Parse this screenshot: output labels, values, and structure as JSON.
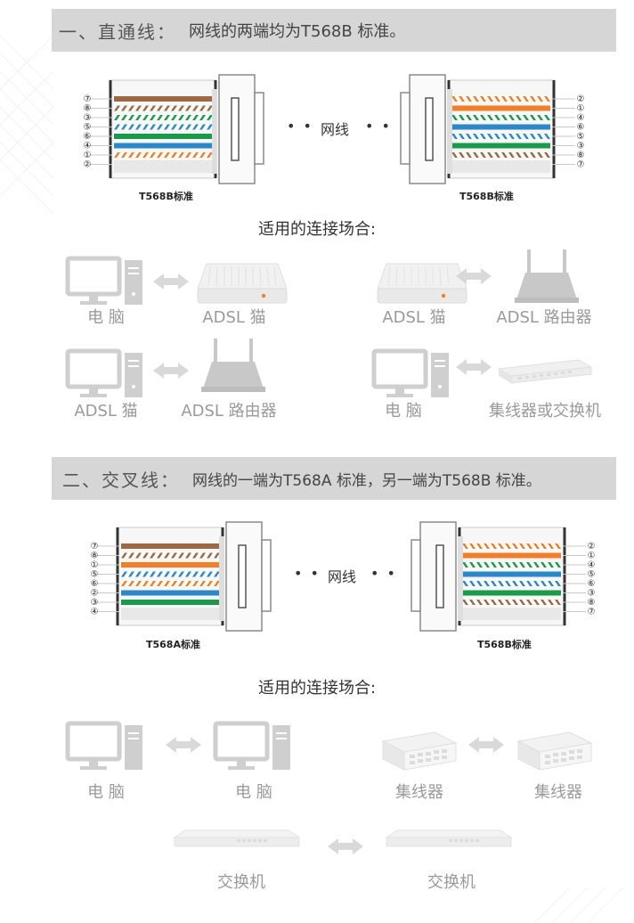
{
  "section1": {
    "title": "一、直通线：",
    "desc": "网线的两端均为T568B 标准。",
    "left_label": "T568B标准",
    "right_label": "T568B标准",
    "cable": "网线",
    "left_pins": [
      "⑦",
      "⑧",
      "③",
      "⑤",
      "⑥",
      "④",
      "①",
      "②"
    ],
    "right_pins": [
      "②",
      "①",
      "④",
      "⑥",
      "⑤",
      "③",
      "⑧",
      "⑦"
    ],
    "subheading": "适用的连接场合:",
    "pairs": [
      {
        "left": "电  脑",
        "right": "ADSL 猫"
      },
      {
        "left": "ADSL 猫",
        "right": "ADSL 路由器"
      },
      {
        "left": "ADSL 猫",
        "right": "ADSL 路由器"
      },
      {
        "left": "电  脑",
        "right": "集线器或交换机"
      }
    ]
  },
  "section2": {
    "title": "二、交叉线：",
    "desc": "网线的一端为T568A 标准，另一端为T568B 标准。",
    "left_label": "T568A标准",
    "right_label": "T568B标准",
    "cable": "网线",
    "left_pins": [
      "⑦",
      "⑧",
      "①",
      "⑤",
      "⑥",
      "②",
      "③",
      "④"
    ],
    "right_pins": [
      "②",
      "①",
      "④",
      "⑤",
      "⑥",
      "③",
      "⑧",
      "⑦"
    ],
    "subheading": "适用的连接场合:",
    "pairs": [
      {
        "left": "电  脑",
        "right": "电  脑"
      },
      {
        "left": "集线器",
        "right": "集线器"
      },
      {
        "left": "交换机",
        "right": "交换机"
      }
    ]
  },
  "colors": {
    "orange": "#f07f2a",
    "green": "#1a9a4a",
    "blue": "#2b87c8",
    "brown": "#9b6a45",
    "white": "#ffffff",
    "device": "#cfcfcf",
    "banner": "#d6d6d6"
  },
  "icons": [
    "computer-icon",
    "adsl-modem-icon",
    "router-icon",
    "switch-icon",
    "hub-icon",
    "double-arrow-icon"
  ]
}
